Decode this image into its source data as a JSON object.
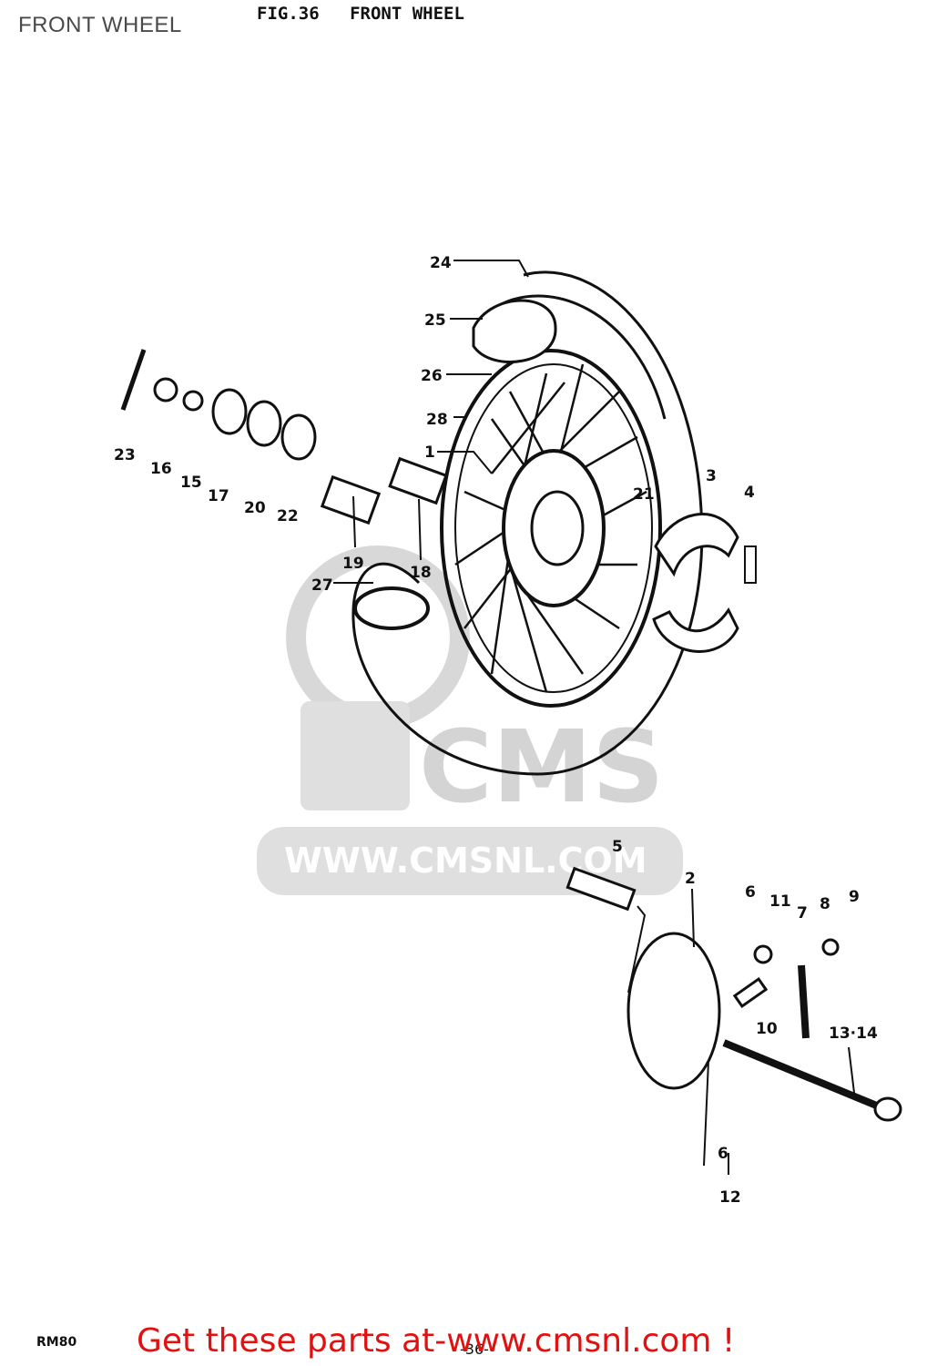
{
  "page": {
    "title": "FRONT WHEEL"
  },
  "figure": {
    "number": "FIG.36",
    "title": "FRONT WHEEL",
    "model": "RM80",
    "page_number": "-36-"
  },
  "watermark": {
    "logo": "CMS",
    "url": "WWW.CMSNL.COM"
  },
  "callouts": [
    "24",
    "25",
    "26",
    "28",
    "1",
    "21",
    "3",
    "4",
    "23",
    "16",
    "15",
    "17",
    "20",
    "22",
    "19",
    "18",
    "27",
    "5",
    "2",
    "6",
    "11",
    "7",
    "8",
    "9",
    "10",
    "13·14",
    "6",
    "12"
  ],
  "footer": {
    "promo": "Get these parts at-www.cmsnl.com !"
  }
}
